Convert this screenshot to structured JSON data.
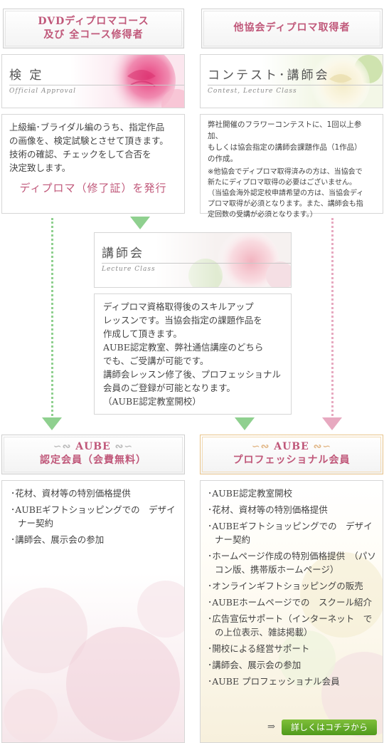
{
  "top_left_header": {
    "line1": "DVDディプロマコース",
    "line2": "及び 全コース修得者"
  },
  "top_right_header": {
    "line1": "他協会ディプロマ取得者"
  },
  "kentei": {
    "title": "検 定",
    "subtitle": "Official Approval",
    "desc_lines": [
      "上級編･ブライダル編のうち、指定作品",
      "の画像を、検定試験とさせて頂きます。",
      "技術の確認、チェックをして合否を",
      "決定致します。"
    ],
    "highlight": "ディプロマ（修了証）を発行"
  },
  "contest": {
    "title": "コンテスト･講師会",
    "subtitle": "Contest, Lecture Class",
    "desc_lines": [
      "弊社開催のフラワーコンテストに、1回以上参加、",
      "もしくは協会指定の講師会課題作品（1作品）",
      "の作成。"
    ],
    "note_lines": [
      "※他協会でディプロマ取得済みの方は、当協会で",
      "新たにディプロマ取得の必要はございません。",
      "（当協会海外認定校申請希望の方は、当協会ディ",
      "プロマ取得が必須となります。また、講師会も指",
      "定回数の受講が必須となります。）"
    ]
  },
  "koushikai": {
    "title": "講師会",
    "subtitle": "Lecture Class",
    "desc_lines": [
      "ディプロマ資格取得後のスキルアップ",
      "レッスンです。当協会指定の課題作品を",
      "作成して頂きます。",
      "AUBE認定教室、弊社通信講座のどちら",
      "でも、ご受講が可能です。",
      "講師会レッスン修了後、プロフェッショナル",
      "会員のご登録が可能となります。",
      "（AUBE認定教室開校）"
    ]
  },
  "certified_member": {
    "ornament": "AUBE",
    "title": "認定会員（会費無料）",
    "items": [
      "･花材、資材等の特別価格提供",
      "･AUBEギフトショッピングでの　デザイナー契約",
      "･講師会、展示会の参加"
    ]
  },
  "pro_member": {
    "ornament": "AUBE",
    "title": "プロフェッショナル会員",
    "items": [
      "･AUBE認定教室開校",
      "･花材、資材等の特別価格提供",
      "･AUBEギフトショッピングでの　デザイナー契約",
      "･ホームページ作成の特別価格提供　（パソコン版、携帯版ホームページ）",
      "･オンラインギフトショッピングの販売",
      "･AUBEホームページでの　スクール紹介",
      "･広告宣伝サポート（インターネット　での上位表示、雑誌掲載）",
      "･開校による経営サポート",
      "･講師会、展示会の参加",
      "･AUBE プロフェッショナル会員"
    ],
    "more_arrow": "⇒",
    "more_label": "詳しくはコチラから"
  },
  "colors": {
    "pink": "#c0587a",
    "green_arrow": "#8fd08f",
    "pink_arrow": "#e7a9c0",
    "orange_frame": "#e9c48a"
  }
}
